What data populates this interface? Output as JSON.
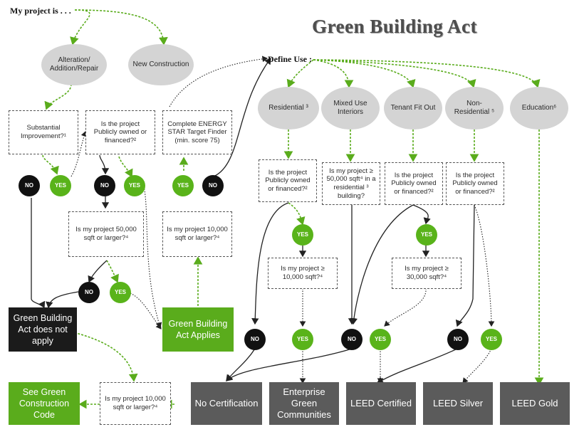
{
  "title": "Green Building Act",
  "start_label": "My project is . . .",
  "define_use_label": "Define Use :",
  "project_types": {
    "alteration": "Alteration/ Addition/Repair",
    "new_construction": "New Construction"
  },
  "uses": {
    "residential": "Residential ³",
    "mixed_use": "Mixed Use Interiors",
    "tenant_fit_out": "Tenant Fit Out",
    "non_residential": "Non-Residential ⁵",
    "education": "Education⁶"
  },
  "questions": {
    "substantial": "Substantial Improvement?¹",
    "public_owned_1": "Is the project Publicly owned or financed?²",
    "energy_star": "Complete ENERGY STAR Target Finder (min. score 75)",
    "size_50000": "Is my project 50,000 sqft or larger?⁴",
    "size_10000_new": "Is my project 10,000 sqft or larger?⁴",
    "public_owned_res": "Is the project Publicly owned or financed?²",
    "mixed_50000": "Is my project ≥ 50,000 sqft⁴ in a residential ³ building?",
    "public_owned_tenant": "Is the project Publicly owned or financed?²",
    "public_owned_nonres": "Is the project Publicly owned or financed?²",
    "res_10000": "Is my project ≥ 10,000 sqft?⁴",
    "tenant_30000": "Is my project ≥ 30,000 sqft?⁴",
    "bottom_10000": "Is my project 10,000 sqft or larger?⁴"
  },
  "answers": {
    "no": "NO",
    "yes": "YES"
  },
  "outcomes": {
    "does_not_apply": "Green Building Act does not apply",
    "applies": "Green Building Act Applies",
    "see_code": "See Green Construction Code",
    "no_certification": "No Certification",
    "enterprise": "Enterprise Green Communities",
    "leed_certified": "LEED Certified",
    "leed_silver": "LEED Silver",
    "leed_gold": "LEED Gold"
  },
  "colors": {
    "green": "#5aac1c",
    "dark": "#1b1b1b",
    "grey": "#5b5b5b",
    "ellipse": "#d4d4d4"
  }
}
